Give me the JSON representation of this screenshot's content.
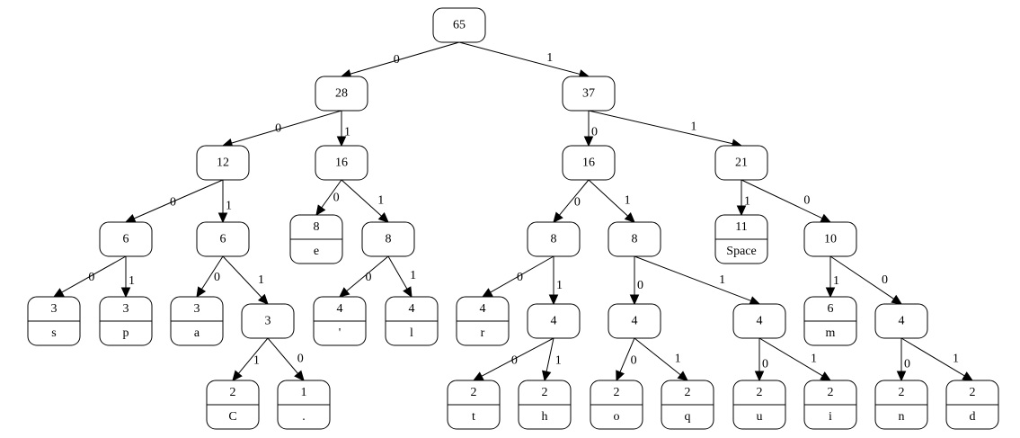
{
  "tree": {
    "nodes": [
      {
        "id": "n65",
        "count": "65"
      },
      {
        "id": "n28",
        "count": "28"
      },
      {
        "id": "n37",
        "count": "37"
      },
      {
        "id": "n12",
        "count": "12"
      },
      {
        "id": "n16a",
        "count": "16"
      },
      {
        "id": "n16b",
        "count": "16"
      },
      {
        "id": "n21",
        "count": "21"
      },
      {
        "id": "n6a",
        "count": "6"
      },
      {
        "id": "n6b",
        "count": "6"
      },
      {
        "id": "n8e",
        "count": "8",
        "symbol": "e"
      },
      {
        "id": "n8a",
        "count": "8"
      },
      {
        "id": "n8b",
        "count": "8"
      },
      {
        "id": "n8c",
        "count": "8"
      },
      {
        "id": "n11",
        "count": "11",
        "symbol": "Space"
      },
      {
        "id": "n10",
        "count": "10"
      },
      {
        "id": "l3s",
        "count": "3",
        "symbol": "s"
      },
      {
        "id": "l3p",
        "count": "3",
        "symbol": "p"
      },
      {
        "id": "l3a",
        "count": "3",
        "symbol": "a"
      },
      {
        "id": "n3",
        "count": "3"
      },
      {
        "id": "l4q",
        "count": "4",
        "symbol": "'"
      },
      {
        "id": "l4l",
        "count": "4",
        "symbol": "l"
      },
      {
        "id": "l4r",
        "count": "4",
        "symbol": "r"
      },
      {
        "id": "n4a",
        "count": "4"
      },
      {
        "id": "n4b",
        "count": "4"
      },
      {
        "id": "n4c",
        "count": "4"
      },
      {
        "id": "l6m",
        "count": "6",
        "symbol": "m"
      },
      {
        "id": "n4d",
        "count": "4"
      },
      {
        "id": "l2C",
        "count": "2",
        "symbol": "C"
      },
      {
        "id": "l1dot",
        "count": "1",
        "symbol": "."
      },
      {
        "id": "l2t",
        "count": "2",
        "symbol": "t"
      },
      {
        "id": "l2h",
        "count": "2",
        "symbol": "h"
      },
      {
        "id": "l2o",
        "count": "2",
        "symbol": "o"
      },
      {
        "id": "l2q",
        "count": "2",
        "symbol": "q"
      },
      {
        "id": "l2u",
        "count": "2",
        "symbol": "u"
      },
      {
        "id": "l2i",
        "count": "2",
        "symbol": "i"
      },
      {
        "id": "l2n",
        "count": "2",
        "symbol": "n"
      },
      {
        "id": "l2d",
        "count": "2",
        "symbol": "d"
      }
    ],
    "edges": [
      {
        "from": "n65",
        "to": "n28",
        "label": "0"
      },
      {
        "from": "n65",
        "to": "n37",
        "label": "1"
      },
      {
        "from": "n28",
        "to": "n12",
        "label": "0"
      },
      {
        "from": "n28",
        "to": "n16a",
        "label": "1"
      },
      {
        "from": "n37",
        "to": "n16b",
        "label": "0"
      },
      {
        "from": "n37",
        "to": "n21",
        "label": "1"
      },
      {
        "from": "n12",
        "to": "n6a",
        "label": "0"
      },
      {
        "from": "n12",
        "to": "n6b",
        "label": "1"
      },
      {
        "from": "n16a",
        "to": "n8e",
        "label": "0"
      },
      {
        "from": "n16a",
        "to": "n8a",
        "label": "1"
      },
      {
        "from": "n16b",
        "to": "n8b",
        "label": "0"
      },
      {
        "from": "n16b",
        "to": "n8c",
        "label": "1"
      },
      {
        "from": "n21",
        "to": "n11",
        "label": "1"
      },
      {
        "from": "n21",
        "to": "n10",
        "label": "0"
      },
      {
        "from": "n6a",
        "to": "l3s",
        "label": "0"
      },
      {
        "from": "n6a",
        "to": "l3p",
        "label": "1"
      },
      {
        "from": "n6b",
        "to": "l3a",
        "label": "0"
      },
      {
        "from": "n6b",
        "to": "n3",
        "label": "1"
      },
      {
        "from": "n8a",
        "to": "l4q",
        "label": "0"
      },
      {
        "from": "n8a",
        "to": "l4l",
        "label": "1"
      },
      {
        "from": "n8b",
        "to": "l4r",
        "label": "0"
      },
      {
        "from": "n8b",
        "to": "n4a",
        "label": "1"
      },
      {
        "from": "n8c",
        "to": "n4b",
        "label": "0"
      },
      {
        "from": "n8c",
        "to": "n4c",
        "label": "1"
      },
      {
        "from": "n10",
        "to": "l6m",
        "label": "1"
      },
      {
        "from": "n10",
        "to": "n4d",
        "label": "0"
      },
      {
        "from": "n3",
        "to": "l2C",
        "label": "1"
      },
      {
        "from": "n3",
        "to": "l1dot",
        "label": "0"
      },
      {
        "from": "n4a",
        "to": "l2t",
        "label": "0"
      },
      {
        "from": "n4a",
        "to": "l2h",
        "label": "1"
      },
      {
        "from": "n4b",
        "to": "l2o",
        "label": "0"
      },
      {
        "from": "n4b",
        "to": "l2q",
        "label": "1"
      },
      {
        "from": "n4c",
        "to": "l2u",
        "label": "0"
      },
      {
        "from": "n4c",
        "to": "l2i",
        "label": "1"
      },
      {
        "from": "n4d",
        "to": "l2n",
        "label": "0"
      },
      {
        "from": "n4d",
        "to": "l2d",
        "label": "1"
      }
    ]
  }
}
